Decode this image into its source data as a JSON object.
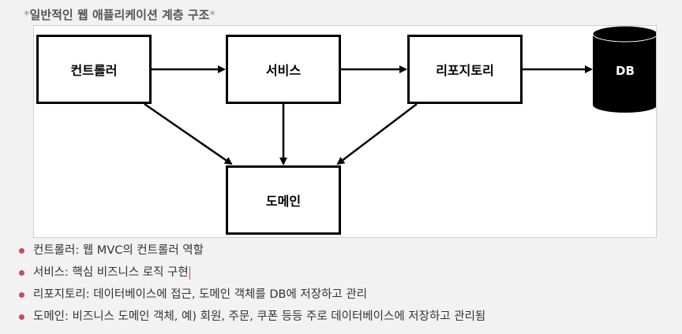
{
  "title": {
    "star_prefix": "*",
    "text": "일반적인 웹 애플리케이션 계층 구조",
    "star_suffix": "*"
  },
  "diagram": {
    "nodes": {
      "controller": "컨트롤러",
      "service": "서비스",
      "repository": "리포지토리",
      "domain": "도메인",
      "db": "DB"
    },
    "edges": [
      {
        "from": "controller",
        "to": "service"
      },
      {
        "from": "service",
        "to": "repository"
      },
      {
        "from": "repository",
        "to": "db"
      },
      {
        "from": "controller",
        "to": "domain"
      },
      {
        "from": "service",
        "to": "domain"
      },
      {
        "from": "repository",
        "to": "domain"
      }
    ]
  },
  "bullets": [
    "컨트롤러: 웹 MVC의 컨트롤러 역할",
    "서비스: 핵심 비즈니스 로직 구현",
    "리포지토리: 데이터베이스에 접근, 도메인 객체를 DB에 저장하고 관리",
    "도메인: 비즈니스 도메인 객체, 예) 회원, 주문, 쿠폰 등등 주로 데이터베이스에 저장하고 관리됨"
  ],
  "colors": {
    "bullet": "#c0505a",
    "box_border": "#000000",
    "db_fill": "#000000"
  }
}
